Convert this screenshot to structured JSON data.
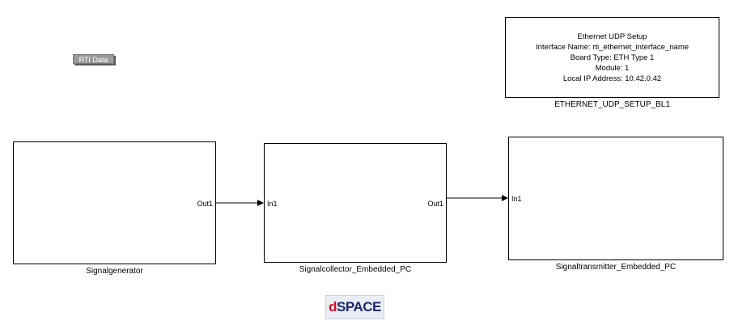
{
  "rti_data_label": "RTI Data",
  "udp_setup": {
    "lines": [
      "Ethernet UDP Setup",
      "Interface Name: rti_ethernet_interface_name",
      "Board Type: ETH Type 1",
      "Module: 1",
      "Local IP Address: 10.42.0.42"
    ],
    "caption": "ETHERNET_UDP_SETUP_BL1"
  },
  "blocks": {
    "signalgenerator": {
      "caption": "Signalgenerator",
      "out_port": "Out1"
    },
    "signalcollector": {
      "caption": "Signalcollector_Embedded_PC",
      "in_port": "In1",
      "out_port": "Out1"
    },
    "signaltransmitter": {
      "caption": "Signaltransmitter_Embedded_PC",
      "in_port": "In1"
    }
  },
  "logo": {
    "d": "d",
    "rest": "SPACE"
  }
}
